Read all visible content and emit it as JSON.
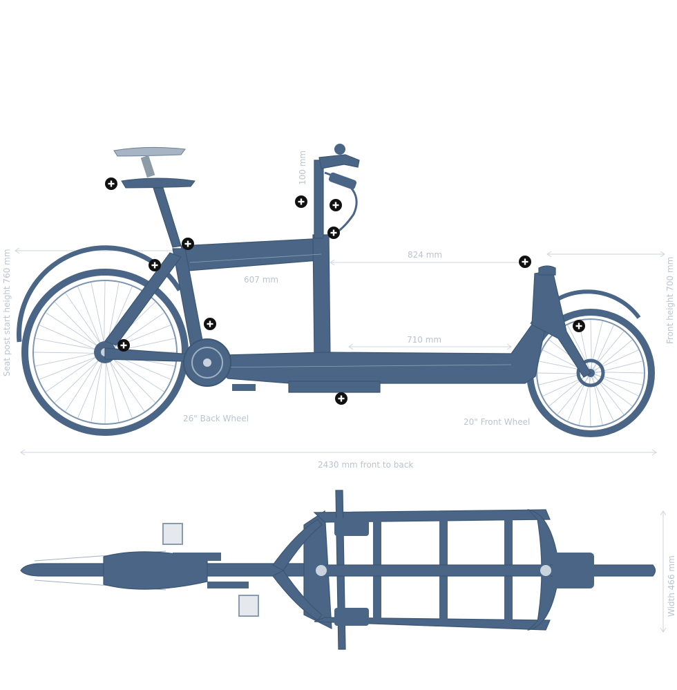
{
  "labels": {
    "handlebar_height": "100 mm",
    "cargo_length_top": "824 mm",
    "frame_length": "607 mm",
    "cargo_length_bottom": "710 mm",
    "back_wheel": "26\" Back Wheel",
    "front_wheel": "20\" Front Wheel",
    "total_length": "2430 mm front to back",
    "seat_post_height": "Seat post start height 760 mm",
    "front_height": "Front height 700 mm",
    "width": "Width 466 mm"
  },
  "hotspot_icon": "plus-circle-icon",
  "colors": {
    "frame": "#4a6585",
    "dimension_text": "#b9c4d1",
    "hotspot": "#111111"
  }
}
